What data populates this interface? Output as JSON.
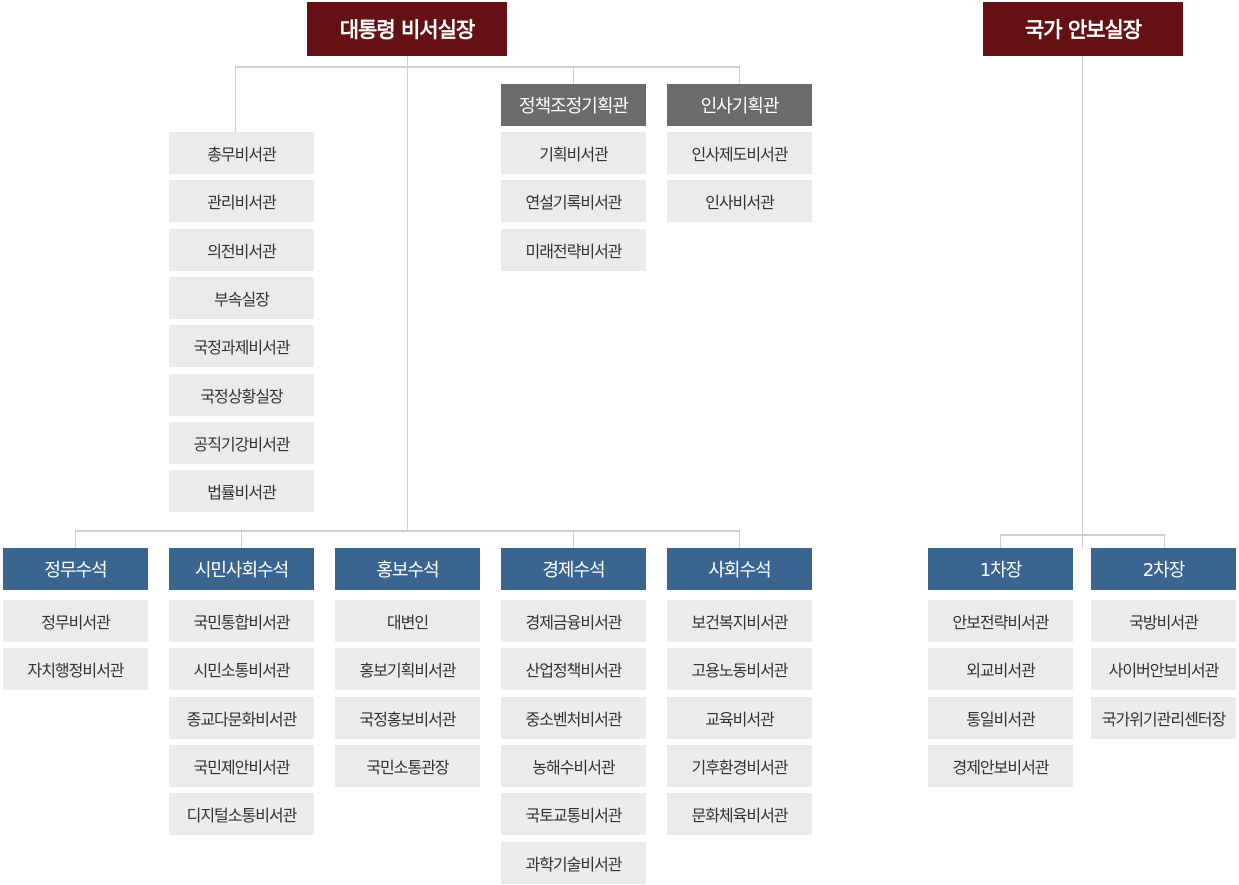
{
  "chief_of_staff": {
    "title": "대통령 비서실장",
    "direct_items": [
      "총무비서관",
      "관리비서관",
      "의전비서관",
      "부속실장",
      "국정과제비서관",
      "국정상황실장",
      "공직기강비서관",
      "법률비서관"
    ],
    "planning_groups": [
      {
        "head": "정책조정기획관",
        "items": [
          "기획비서관",
          "연설기록비서관",
          "미래전략비서관"
        ]
      },
      {
        "head": "인사기획관",
        "items": [
          "인사제도비서관",
          "인사비서관"
        ]
      }
    ],
    "senior_secretaries": [
      {
        "head": "정무수석",
        "items": [
          "정무비서관",
          "자치행정비서관"
        ]
      },
      {
        "head": "시민사회수석",
        "items": [
          "국민통합비서관",
          "시민소통비서관",
          "종교다문화비서관",
          "국민제안비서관",
          "디지털소통비서관"
        ]
      },
      {
        "head": "홍보수석",
        "items": [
          "대변인",
          "홍보기획비서관",
          "국정홍보비서관",
          "국민소통관장"
        ]
      },
      {
        "head": "경제수석",
        "items": [
          "경제금융비서관",
          "산업정책비서관",
          "중소벤처비서관",
          "농해수비서관",
          "국토교통비서관",
          "과학기술비서관"
        ]
      },
      {
        "head": "사회수석",
        "items": [
          "보건복지비서관",
          "고용노동비서관",
          "교육비서관",
          "기후환경비서관",
          "문화체육비서관"
        ]
      }
    ]
  },
  "national_security": {
    "title": "국가 안보실장",
    "deputies": [
      {
        "head": "1차장",
        "items": [
          "안보전략비서관",
          "외교비서관",
          "통일비서관",
          "경제안보비서관"
        ]
      },
      {
        "head": "2차장",
        "items": [
          "국방비서관",
          "사이버안보비서관",
          "국가위기관리센터장"
        ]
      }
    ]
  },
  "colors": {
    "top": "#641014",
    "senior": "#3a6591",
    "planning": "#6b6b6b",
    "item": "#ebebeb",
    "line": "#cfcfcf"
  }
}
